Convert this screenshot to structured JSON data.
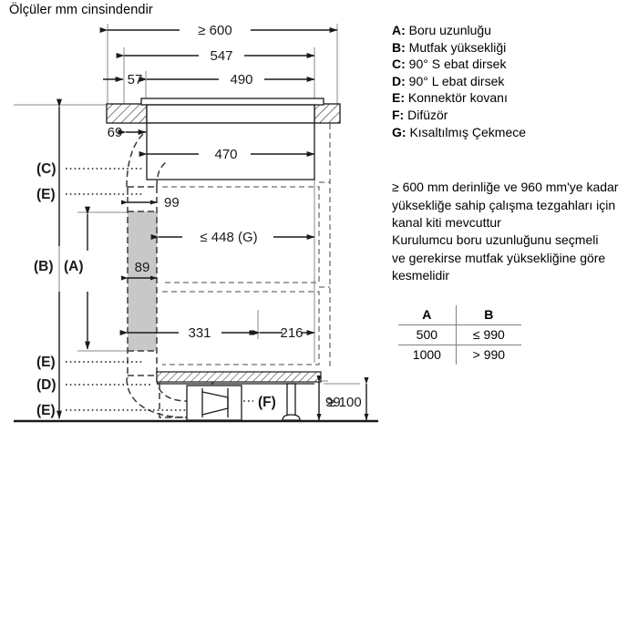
{
  "title": "Ölçüler mm cinsindendir",
  "legend": {
    "items": [
      {
        "key": "A:",
        "text": "Boru uzunluğu"
      },
      {
        "key": "B:",
        "text": "Mutfak yüksekliği"
      },
      {
        "key": "C:",
        "text": "90° S ebat dirsek"
      },
      {
        "key": "D:",
        "text": "90° L ebat dirsek"
      },
      {
        "key": "E:",
        "text": "Konnektör kovanı"
      },
      {
        "key": "F:",
        "text": "Difüzör"
      },
      {
        "key": "G:",
        "text": "Kısaltılmış Çekmece"
      }
    ]
  },
  "notes": {
    "note1": "≥ 600 mm derinliğe ve 960 mm'ye kadar yüksekliğe sahip çalışma tezgahları için kanal kiti mevcuttur",
    "note2": "Kurulumcu boru uzunluğunu seçmeli ve gerekirse mutfak yüksekliğine göre kesmelidir"
  },
  "table": {
    "headers": [
      "A",
      "B"
    ],
    "rows": [
      [
        "500",
        "≤ 990"
      ],
      [
        "1000",
        "> 990"
      ]
    ]
  },
  "diagram": {
    "dimensions": {
      "d600": "≥ 600",
      "d547": "547",
      "d490": "490",
      "d57": "57",
      "d69": "69",
      "d470": "470",
      "d99_top": "99",
      "d448": "≤ 448 (G)",
      "d89": "89",
      "d331": "331",
      "d216": "216",
      "d99_bottom": "99",
      "d100": "≥ 100"
    },
    "callouts": {
      "a": "(A)",
      "b": "(B)",
      "c": "(C)",
      "e1": "(E)",
      "e2": "(E)",
      "d": "(D)",
      "e3": "(E)",
      "f": "(F)"
    },
    "colors": {
      "line": "#1a1a1a",
      "thin": "#808080",
      "fill_grey": "#c8c8c8",
      "dashed": "#4d4d4d"
    }
  }
}
